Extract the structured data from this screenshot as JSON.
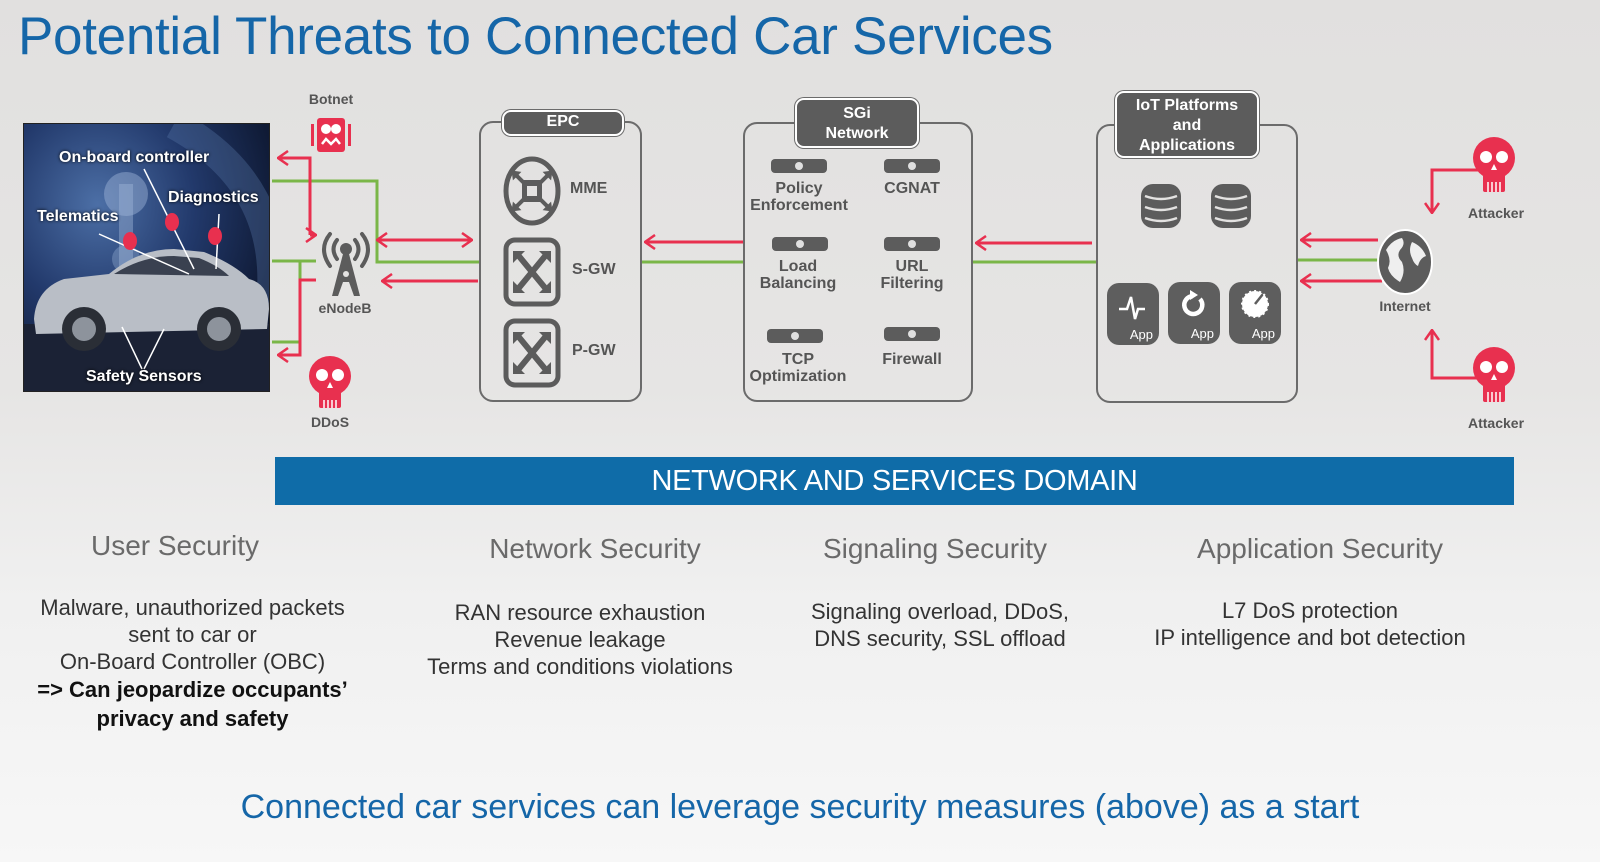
{
  "title": "Potential Threats to Connected Car Services",
  "colors": {
    "title_blue": "#1566a8",
    "threat_red": "#e8304f",
    "link_green": "#7ab648",
    "icon_gray": "#5c5c5c",
    "domain_bar": "#0f6ca8"
  },
  "car": {
    "labels": {
      "onboard_controller": "On-board controller",
      "diagnostics": "Diagnostics",
      "telematics": "Telematics",
      "safety_sensors": "Safety Sensors"
    }
  },
  "threats": {
    "botnet": "Botnet",
    "ddos": "DDoS",
    "attacker_top": "Attacker",
    "attacker_bottom": "Attacker"
  },
  "enodeb": {
    "label": "eNodeB",
    "icon": "cell-tower-icon"
  },
  "epc": {
    "header": "EPC",
    "items": [
      {
        "label": "MME",
        "icon": "mme-router-icon"
      },
      {
        "label": "S-GW",
        "icon": "gateway-switch-icon"
      },
      {
        "label": "P-GW",
        "icon": "gateway-switch-icon"
      }
    ]
  },
  "sgi": {
    "header_line1": "SGi",
    "header_line2": "Network",
    "items": [
      {
        "line1": "Policy",
        "line2": "Enforcement"
      },
      {
        "line1": "CGNAT",
        "line2": ""
      },
      {
        "line1": "Load",
        "line2": "Balancing"
      },
      {
        "line1": "URL",
        "line2": "Filtering"
      },
      {
        "line1": "TCP",
        "line2": "Optimization"
      },
      {
        "line1": "Firewall",
        "line2": ""
      }
    ]
  },
  "iot": {
    "header_line1": "IoT Platforms",
    "header_line2": "and",
    "header_line3": "Applications",
    "databases": [
      "database-icon",
      "database-icon"
    ],
    "apps": [
      {
        "label": "App",
        "icon": "heartbeat-icon"
      },
      {
        "label": "App",
        "icon": "refresh-icon"
      },
      {
        "label": "App",
        "icon": "gauge-icon"
      }
    ]
  },
  "internet": {
    "label": "Internet",
    "icon": "globe-icon"
  },
  "domain_bar": "NETWORK AND SERVICES DOMAIN",
  "sections": [
    {
      "title": "User Security",
      "lines": [
        "Malware, unauthorized packets",
        "sent to car or",
        "On-Board Controller (OBC)"
      ],
      "bold_lines": [
        "=> Can jeopardize occupants’",
        "privacy and safety"
      ]
    },
    {
      "title": "Network Security",
      "lines": [
        "RAN resource exhaustion",
        "Revenue leakage",
        "Terms and conditions violations"
      ]
    },
    {
      "title": "Signaling Security",
      "lines": [
        "Signaling overload, DDoS,",
        "DNS security, SSL offload"
      ]
    },
    {
      "title": "Application Security",
      "lines": [
        "L7 DoS protection",
        "IP intelligence and bot detection"
      ]
    }
  ],
  "footer": "Connected car services can leverage security measures (above) as a start"
}
